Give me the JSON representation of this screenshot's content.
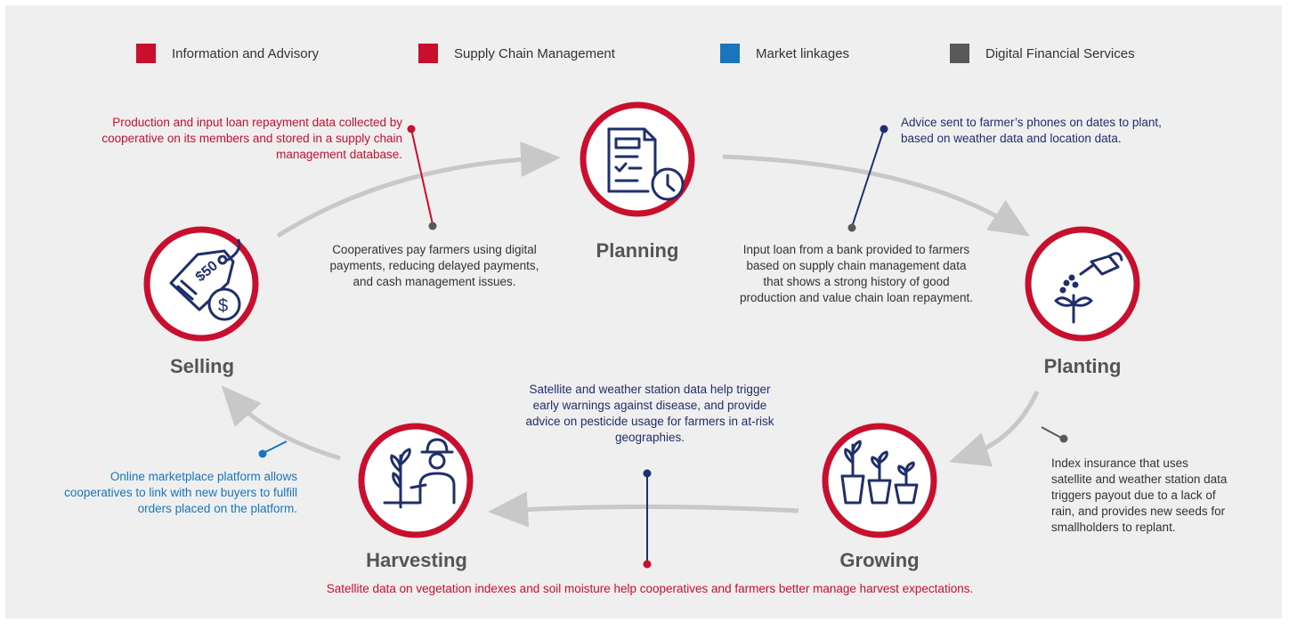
{
  "legend": [
    {
      "label": "Information and Advisory",
      "color": "#c8102e"
    },
    {
      "label": "Supply Chain Management",
      "color": "#c8102e"
    },
    {
      "label": "Market linkages",
      "color": "#1a75bc"
    },
    {
      "label": "Digital Financial Services",
      "color": "#595959"
    }
  ],
  "stages": {
    "planning": "Planning",
    "planting": "Planting",
    "growing": "Growing",
    "harvesting": "Harvesting",
    "selling": "Selling"
  },
  "notes": {
    "supply_chain_data": "Production and input loan repayment data collected by cooperative on its members and stored in a supply chain management database.",
    "advice_phones": "Advice sent to farmer’s phones on dates to plant, based on weather data and location data.",
    "digital_payments": "Cooperatives pay farmers using digital payments, reducing delayed payments, and cash management issues.",
    "input_loan": "Input loan from a bank provided to farmers based on supply chain management data that shows a strong history of good production and value chain loan repayment.",
    "early_warnings": "Satellite and weather station data help trigger early warnings against disease, and provide advice on pesticide usage for farmers in at-risk geographies.",
    "marketplace": "Online marketplace platform allows cooperatives to link with new buyers to fulfill orders placed on the platform.",
    "index_insurance": "Index insurance that uses satellite and weather station data triggers payout due to a lack of rain, and provides new seeds for smallholders to replant.",
    "vegetation": "Satellite data on vegetation indexes and soil moisture help cooperatives and farmers better manage harvest expectations."
  },
  "colors": {
    "red": "#c8102e",
    "navy": "#1f2f6b",
    "blue": "#1a75bc",
    "grey_dark": "#595959",
    "arrow": "#c8c8c8"
  },
  "icons": {
    "planning": "document-clock-icon",
    "planting": "watering-can-sprout-icon",
    "growing": "potted-plants-icon",
    "harvesting": "farmer-plant-icon",
    "selling": "price-tag-dollar-icon"
  }
}
